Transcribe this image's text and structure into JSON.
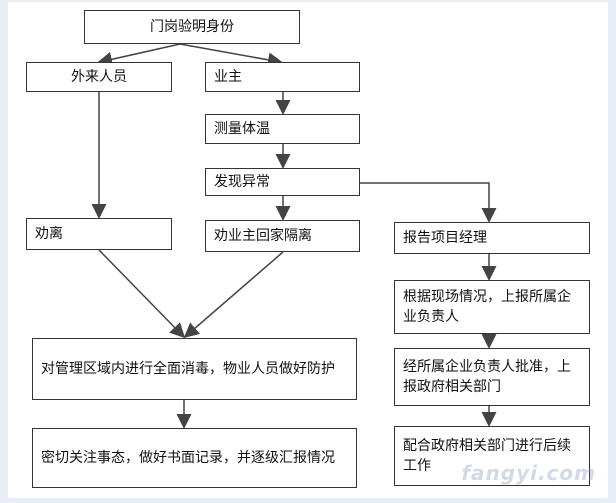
{
  "flowchart": {
    "start": "门岗验明身份",
    "outsider": "外来人员",
    "owner": "业主",
    "measure_temp": "测量体温",
    "abnormal": "发现异常",
    "persuade_leave": "劝离",
    "persuade_home": "劝业主回家隔离",
    "report_manager": "报告项目经理",
    "report_company": "根据现场情况，上报所属企业负责人",
    "report_gov": "经所属企业负责人批准，上报政府相关部门",
    "cooperate_gov": "配合政府相关部门进行后续工作",
    "disinfect": "对管理区域内进行全面消毒，物业人员做好防护",
    "monitor": "密切关注事态，做好书面记录，并逐级汇报情况"
  },
  "watermark": "fangyi.com",
  "colors": {
    "border": "#333333",
    "arrow": "#444444",
    "background": "#e8eef6"
  }
}
